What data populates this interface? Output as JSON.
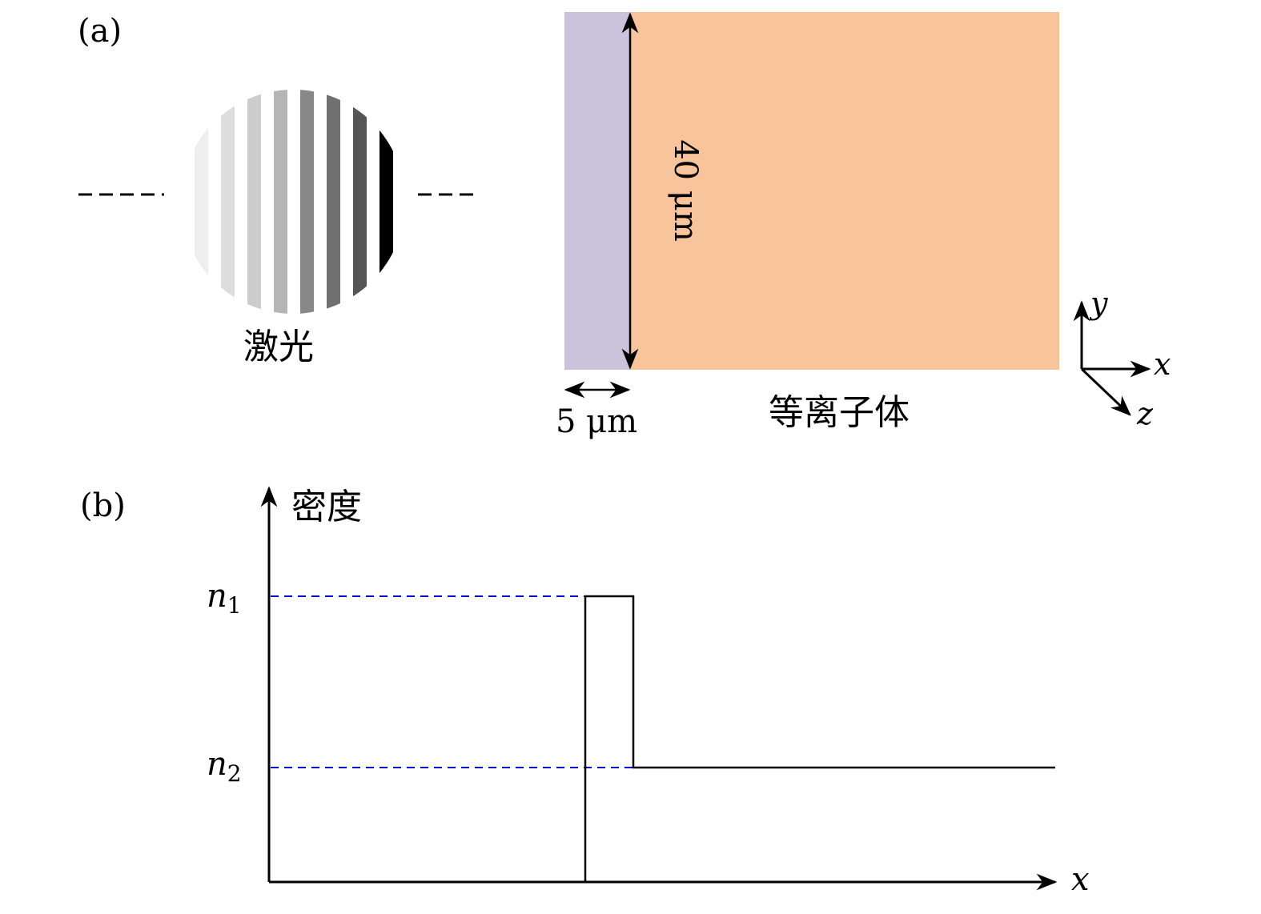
{
  "panel_a": {
    "label": "(a)",
    "laser_label": "激光",
    "laser_stripe_colors": [
      "#eeeeee",
      "#dddddd",
      "#cccccc",
      "#b5b5b5",
      "#888888",
      "#707070",
      "#555555",
      "#000000"
    ],
    "height_label": "40 μm",
    "width_label": "5 μm",
    "plasma_label": "等离子体",
    "layer_color": "#cbc3db",
    "plasma_color": "#f8c49b",
    "axes": {
      "y": "y",
      "x": "x",
      "z": "z"
    }
  },
  "panel_b": {
    "label": "(b)",
    "y_axis_label": "密度",
    "x_axis_label": "x",
    "n1_label": "n",
    "n1_sub": "1",
    "n2_label": "n",
    "n2_sub": "2",
    "dash_color": "#0000cc"
  }
}
